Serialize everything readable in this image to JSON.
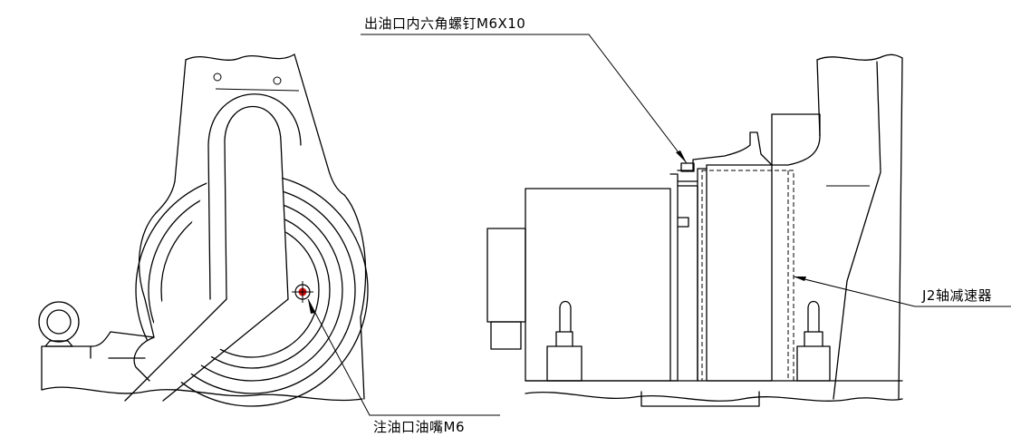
{
  "labels": {
    "oil_outlet_screw": "出油口内六角螺钉M6X10",
    "oil_inlet_nipple": "注油口油嘴M6",
    "reducer": "J2轴减速器"
  }
}
